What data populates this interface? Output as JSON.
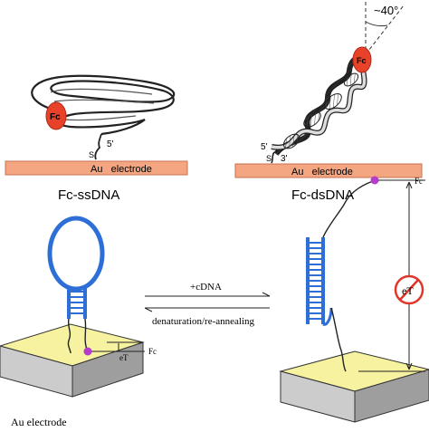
{
  "top_left": {
    "electrode_label": "Au   electrode",
    "fc_label": "Fc",
    "sulfur_label": "S",
    "five_prime": "5'",
    "caption": "Fc-ssDNA"
  },
  "top_right": {
    "electrode_label": "Au   electrode",
    "fc_label": "Fc",
    "sulfur_label": "S",
    "five_prime": "5'",
    "three_prime": "3'",
    "angle_label": "~40°",
    "caption": "Fc-dsDNA"
  },
  "bottom": {
    "arrow_forward_label": "+cDNA",
    "arrow_reverse_label": "denaturation/re-annealing",
    "left_fc_label": "Fc",
    "left_et_label": "eT",
    "right_fc_label": "Fc",
    "right_et_label": "eT",
    "electrode_caption": "Au electrode"
  },
  "colors": {
    "electrode": "#f4a581",
    "fc_red": "#e8432a",
    "stem_blue": "#2d6fd6",
    "fc_purple": "#b43cc8",
    "pad_yellow": "#f6f2a0",
    "no_sign_red": "#e0362a"
  }
}
